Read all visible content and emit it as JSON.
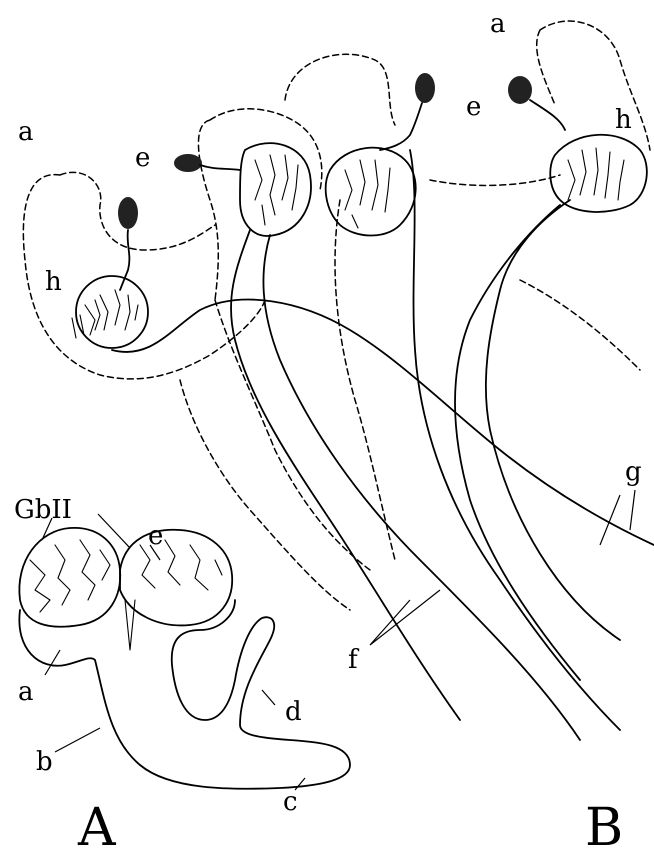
{
  "figure": {
    "panel_labels": {
      "left": "A",
      "right": "B"
    },
    "labels": {
      "a": "a",
      "b": "b",
      "c": "c",
      "d": "d",
      "e": "e",
      "f": "f",
      "g": "g",
      "h": "h",
      "gbii": "GbII"
    }
  }
}
